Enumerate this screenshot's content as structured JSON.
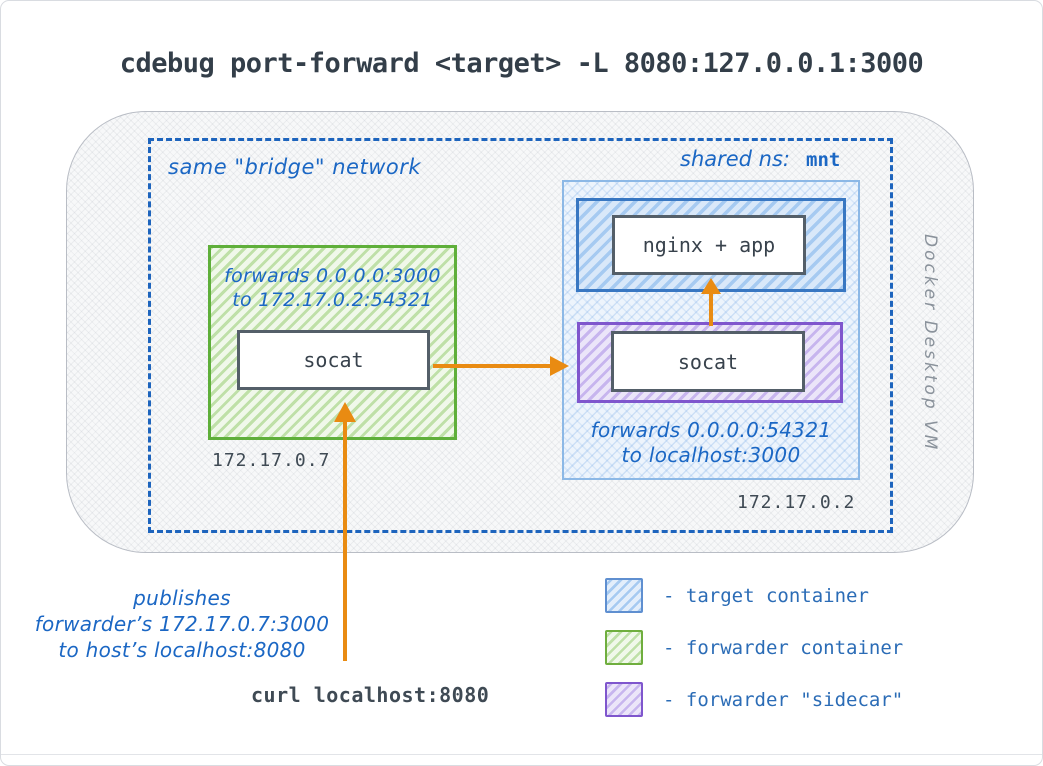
{
  "title": "cdebug port-forward <target> -L 8080:127.0.0.1:3000",
  "vm": {
    "label": "Docker Desktop VM"
  },
  "network": {
    "label": "same \"bridge\" network"
  },
  "forwarder": {
    "note_line1": "forwards 0.0.0.0:3000",
    "note_line2": "to 172.17.0.2:54321",
    "process": "socat",
    "ip": "172.17.0.7"
  },
  "target": {
    "shared_ns_label": "shared ns:",
    "shared_ns_value": "mnt",
    "app": "nginx + app",
    "ip": "172.17.0.2"
  },
  "sidecar": {
    "process": "socat",
    "note_line1": "forwards 0.0.0.0:54321",
    "note_line2": "to localhost:3000"
  },
  "host": {
    "publish_line1": "publishes",
    "publish_line2": "forwarder’s 172.17.0.7:3000",
    "publish_line3": "to host’s localhost:8080",
    "curl_command": "curl localhost:8080"
  },
  "legend": {
    "items": [
      {
        "label": "- target container"
      },
      {
        "label": "- forwarder container"
      },
      {
        "label": "- forwarder \"sidecar\""
      }
    ]
  },
  "colors": {
    "ink_blue": "#1b67c4",
    "dashed_border_blue": "#1d64bd",
    "target_blue": "#3877c2",
    "forwarder_green": "#5faf3a",
    "sidecar_purple": "#7f56cd",
    "arrow_orange": "#e98b12",
    "code_dark": "#333e49",
    "vm_gray": "#8a929b"
  }
}
